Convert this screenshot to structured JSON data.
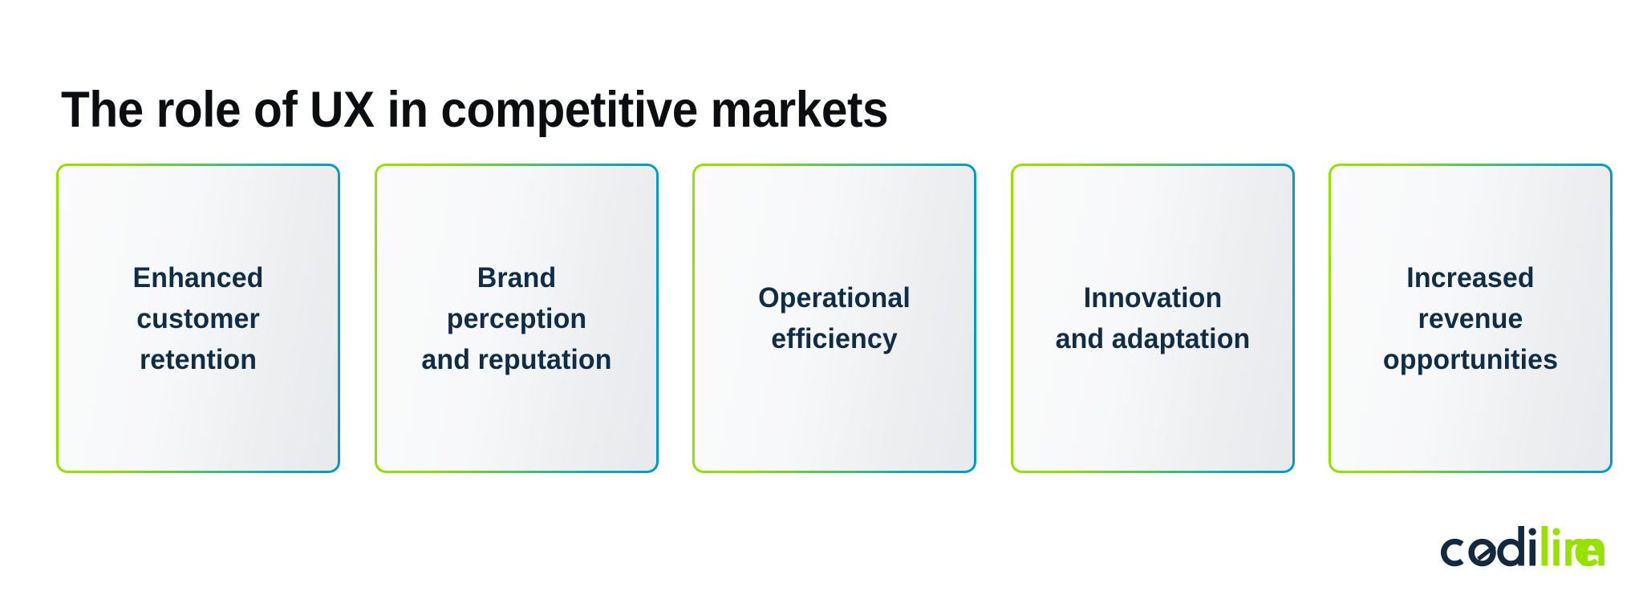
{
  "slide": {
    "background_color": "#ffffff",
    "title": "The role of UX in competitive markets",
    "title_color": "#0b0d10"
  },
  "cards": {
    "text_color": "#0f2d45",
    "border_gradient_start": "#97e000",
    "border_gradient_end": "#009ac4",
    "fill_gradient_start": "#fbfbfc",
    "fill_gradient_end": "#e7e9ec",
    "items": [
      {
        "id": "enhanced-customer-retention",
        "label": "Enhanced\ncustomer\nretention"
      },
      {
        "id": "brand-perception-and-reputation",
        "label": "Brand\nperception\nand reputation"
      },
      {
        "id": "operational-efficiency",
        "label": "Operational\nefficiency"
      },
      {
        "id": "innovation-and-adaptation",
        "label": "Innovation\nand adaptation"
      },
      {
        "id": "increased-revenue-opportunities",
        "label": "Increased\nrevenue\nopportunities"
      }
    ]
  },
  "logo": {
    "name": "codilime-logo",
    "text_dark": "codi",
    "text_accent": "lime",
    "dark_color": "#13293d",
    "accent_color": "#97e000"
  }
}
